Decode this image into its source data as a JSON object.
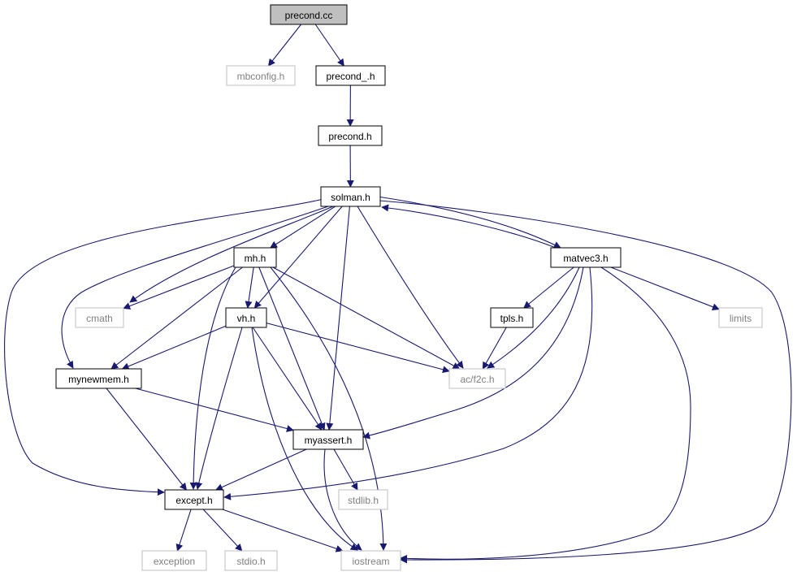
{
  "diagram": {
    "type": "include-dependency-graph",
    "colors": {
      "edge": "#191970",
      "root_fill": "#bfbfbf",
      "node_border": "#000000",
      "external_border": "#bfbfbf",
      "external_text": "#808080"
    },
    "nodes": [
      {
        "id": "precond_cc",
        "label": "precond.cc",
        "kind": "root"
      },
      {
        "id": "mbconfig_h",
        "label": "mbconfig.h",
        "kind": "external"
      },
      {
        "id": "precond__h",
        "label": "precond_.h",
        "kind": "local"
      },
      {
        "id": "precond_h",
        "label": "precond.h",
        "kind": "local"
      },
      {
        "id": "solman_h",
        "label": "solman.h",
        "kind": "local"
      },
      {
        "id": "mh_h",
        "label": "mh.h",
        "kind": "local"
      },
      {
        "id": "matvec3_h",
        "label": "matvec3.h",
        "kind": "local"
      },
      {
        "id": "cmath",
        "label": "cmath",
        "kind": "external"
      },
      {
        "id": "vh_h",
        "label": "vh.h",
        "kind": "local"
      },
      {
        "id": "tpls_h",
        "label": "tpls.h",
        "kind": "local"
      },
      {
        "id": "limits",
        "label": "limits",
        "kind": "external"
      },
      {
        "id": "mynewmem_h",
        "label": "mynewmem.h",
        "kind": "local"
      },
      {
        "id": "ac_f2c_h",
        "label": "ac/f2c.h",
        "kind": "external"
      },
      {
        "id": "myassert_h",
        "label": "myassert.h",
        "kind": "local"
      },
      {
        "id": "except_h",
        "label": "except.h",
        "kind": "local"
      },
      {
        "id": "stdlib_h",
        "label": "stdlib.h",
        "kind": "external"
      },
      {
        "id": "exception",
        "label": "exception",
        "kind": "external"
      },
      {
        "id": "stdio_h",
        "label": "stdio.h",
        "kind": "external"
      },
      {
        "id": "iostream",
        "label": "iostream",
        "kind": "external"
      }
    ],
    "edges": [
      [
        "precond_cc",
        "mbconfig_h"
      ],
      [
        "precond_cc",
        "precond__h"
      ],
      [
        "precond__h",
        "precond_h"
      ],
      [
        "precond_h",
        "solman_h"
      ],
      [
        "solman_h",
        "mh_h"
      ],
      [
        "solman_h",
        "matvec3_h"
      ],
      [
        "matvec3_h",
        "solman_h"
      ],
      [
        "solman_h",
        "cmath"
      ],
      [
        "solman_h",
        "vh_h"
      ],
      [
        "solman_h",
        "mynewmem_h"
      ],
      [
        "solman_h",
        "ac_f2c_h"
      ],
      [
        "solman_h",
        "myassert_h"
      ],
      [
        "solman_h",
        "except_h"
      ],
      [
        "solman_h",
        "iostream"
      ],
      [
        "mh_h",
        "cmath"
      ],
      [
        "mh_h",
        "vh_h"
      ],
      [
        "mh_h",
        "mynewmem_h"
      ],
      [
        "mh_h",
        "ac_f2c_h"
      ],
      [
        "mh_h",
        "myassert_h"
      ],
      [
        "mh_h",
        "except_h"
      ],
      [
        "mh_h",
        "iostream"
      ],
      [
        "vh_h",
        "mynewmem_h"
      ],
      [
        "vh_h",
        "ac_f2c_h"
      ],
      [
        "vh_h",
        "myassert_h"
      ],
      [
        "vh_h",
        "except_h"
      ],
      [
        "vh_h",
        "iostream"
      ],
      [
        "matvec3_h",
        "tpls_h"
      ],
      [
        "matvec3_h",
        "limits"
      ],
      [
        "matvec3_h",
        "ac_f2c_h"
      ],
      [
        "matvec3_h",
        "myassert_h"
      ],
      [
        "matvec3_h",
        "except_h"
      ],
      [
        "matvec3_h",
        "iostream"
      ],
      [
        "tpls_h",
        "ac_f2c_h"
      ],
      [
        "mynewmem_h",
        "myassert_h"
      ],
      [
        "mynewmem_h",
        "except_h"
      ],
      [
        "myassert_h",
        "except_h"
      ],
      [
        "myassert_h",
        "stdlib_h"
      ],
      [
        "myassert_h",
        "iostream"
      ],
      [
        "except_h",
        "exception"
      ],
      [
        "except_h",
        "stdio_h"
      ],
      [
        "except_h",
        "iostream"
      ]
    ]
  }
}
